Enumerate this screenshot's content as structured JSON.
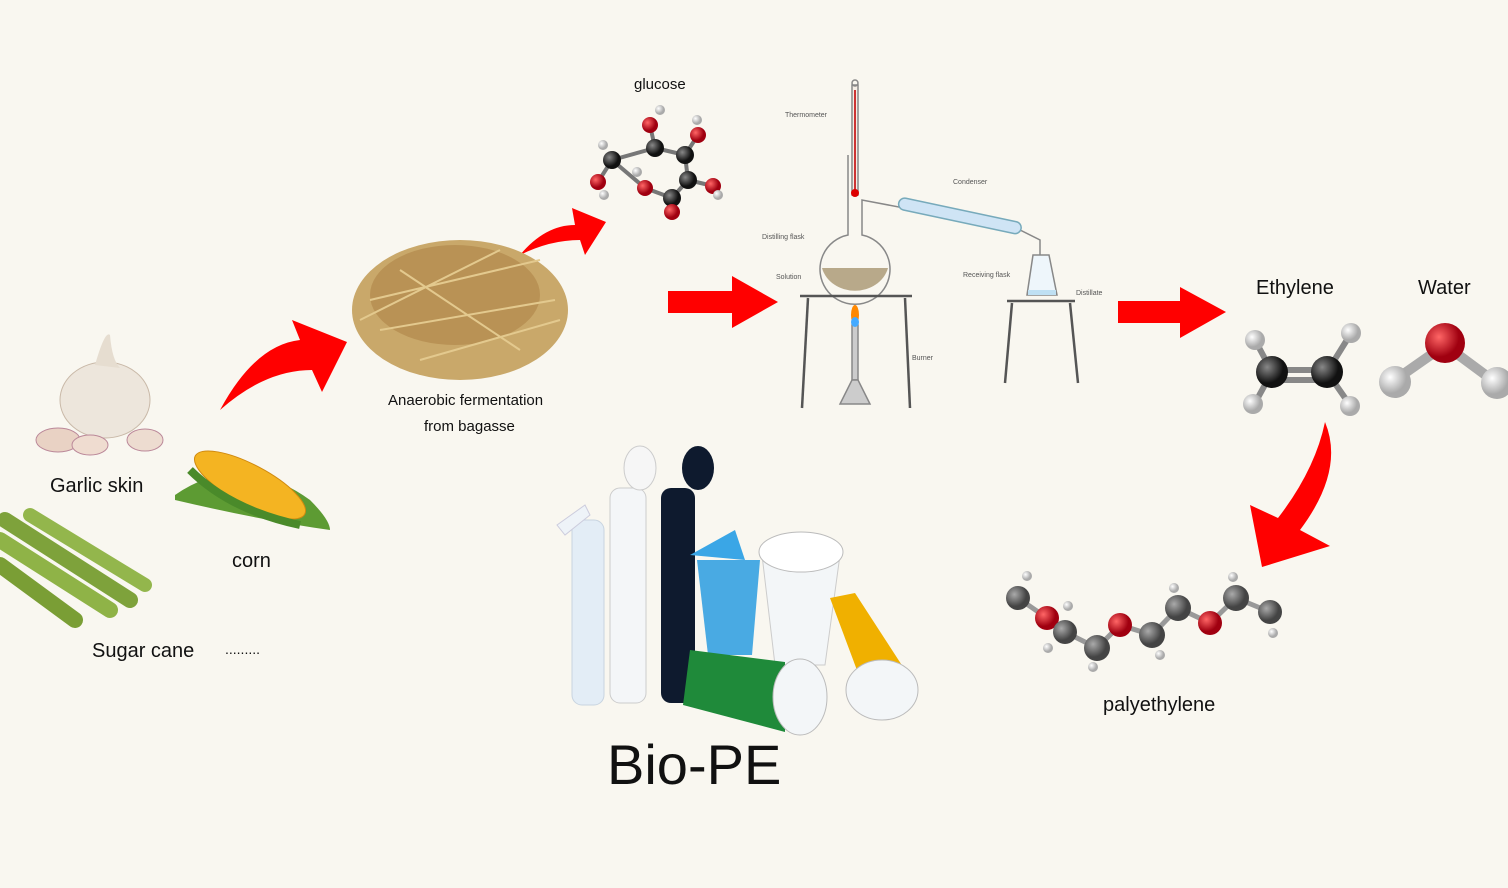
{
  "feedstocks": {
    "garlic": "Garlic skin",
    "corn": "corn",
    "sugar_cane": "Sugar cane",
    "ellipsis": "........."
  },
  "fermentation": {
    "line1": "Anaerobic fermentation",
    "line2": "from bagasse"
  },
  "glucose": "glucose",
  "distillation": {
    "thermometer": "Thermometer",
    "condenser": "Condenser",
    "distilling_flask": "Distilling flask",
    "solution": "Solution",
    "receiving_flask": "Receiving flask",
    "distillate": "Distillate",
    "burner": "Burner"
  },
  "products": {
    "ethylene": "Ethylene",
    "water": "Water",
    "polyethylene": "palyethylene",
    "bio_pe": "Bio-PE"
  },
  "colors": {
    "background": "#f9f7f0",
    "arrow": "#ff0000",
    "carbon": "#2a2a2a",
    "oxygen": "#d8001a",
    "hydrogen": "#e8e8e8"
  }
}
